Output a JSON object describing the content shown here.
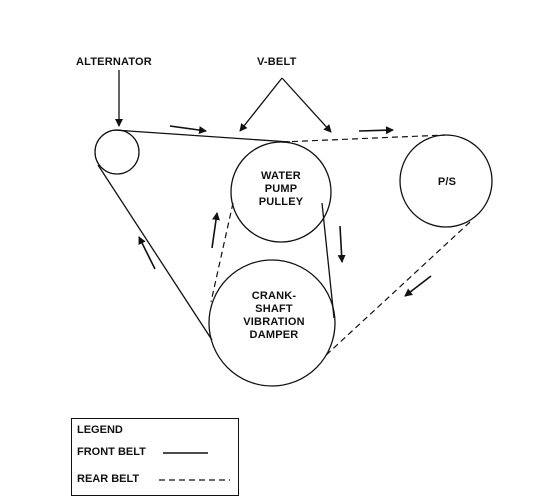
{
  "labels": {
    "alternator": "ALTERNATOR",
    "vbelt": "V-BELT",
    "water_pump_lines": [
      "WATER",
      "PUMP",
      "PULLEY"
    ],
    "ps": "P/S",
    "crank_lines": [
      "CRANK-",
      "SHAFT",
      "VIBRATION",
      "DAMPER"
    ]
  },
  "legend": {
    "title": "LEGEND",
    "front_belt": "FRONT BELT",
    "rear_belt": "REAR BELT"
  }
}
